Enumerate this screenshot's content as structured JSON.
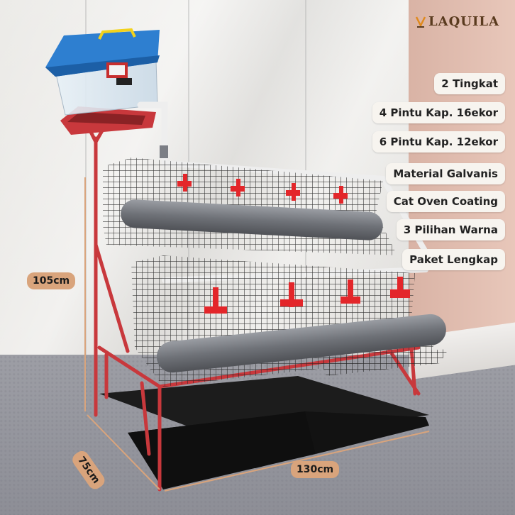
{
  "brand": {
    "name": "LAQUILA",
    "icon": "brand-logo-icon"
  },
  "features": [
    "2 Tingkat",
    "4 Pintu Kap. 16ekor",
    "6 Pintu Kap. 12ekor",
    "Material Galvanis",
    "Cat Oven Coating",
    "3 Pilihan Warna",
    "Paket Lengkap"
  ],
  "dimensions": {
    "height": "105cm",
    "depth": "75cm",
    "width": "130cm"
  },
  "colors": {
    "frame": "#c8383c",
    "tank_lid": "#2e7fd0",
    "tank_handle": "#f2d21b",
    "feeder": "#7b7e85",
    "nipple": "#e3262a",
    "tray": "#1a1a1a",
    "dimension_tag": "#d9a47c",
    "pill_bg": "#f7f4ef"
  }
}
